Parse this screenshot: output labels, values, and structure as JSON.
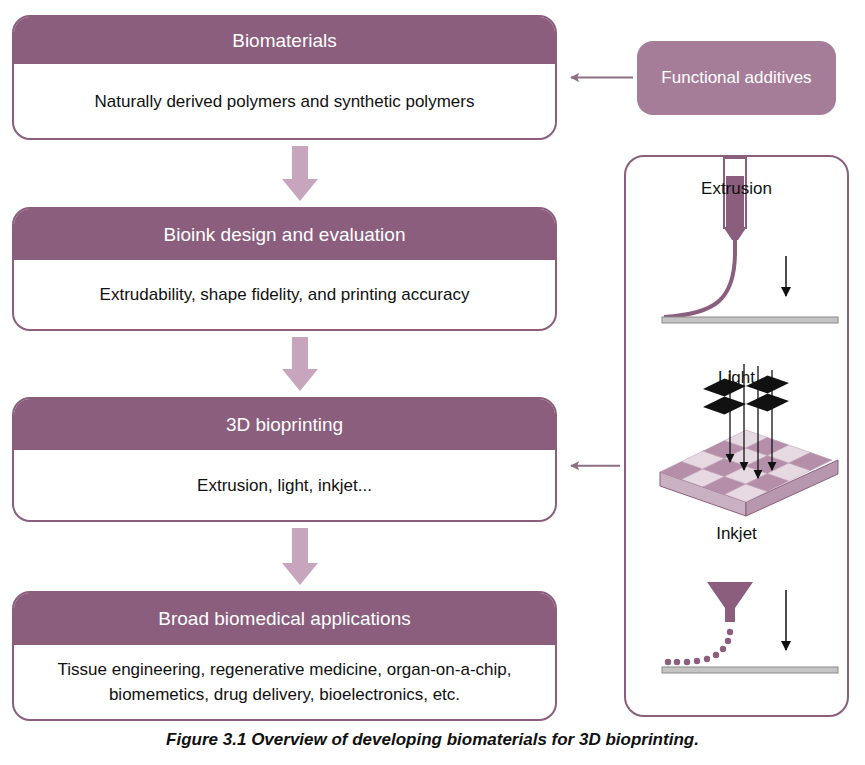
{
  "diagram": {
    "caption": "Figure 3.1 Overview of developing biomaterials for 3D bioprinting.",
    "nodes": [
      {
        "text": [
          "Biomaterials",
          "Naturally derived polymers and synthetic polymers"
        ]
      },
      {
        "text": [
          "Functional additives"
        ]
      },
      {
        "text": [
          "Bioink design and evaluation",
          "Extrudability, shape fidelity, and printing accuracy"
        ]
      },
      {
        "text": [
          "Extrusion",
          "Light",
          "Inkjet"
        ]
      },
      {
        "text": [
          "3D bioprinting",
          "Extrusion, light, inkjet..."
        ]
      },
      {
        "text": [
          "Broad biomedical applications",
          "Tissue engineering, regenerative medicine, organ-on-a-chip, biomemetics, drug delivery, bioelectronics, etc."
        ]
      }
    ],
    "edges": [
      {
        "from": 0,
        "to": 2,
        "arrow": "to"
      },
      {
        "from": 2,
        "to": 4,
        "arrow": "to"
      },
      {
        "from": 4,
        "to": 5,
        "arrow": "to"
      },
      {
        "from": 1,
        "to": 0,
        "arrow": "to"
      },
      {
        "from": 3,
        "to": 4,
        "arrow": "to"
      }
    ]
  }
}
